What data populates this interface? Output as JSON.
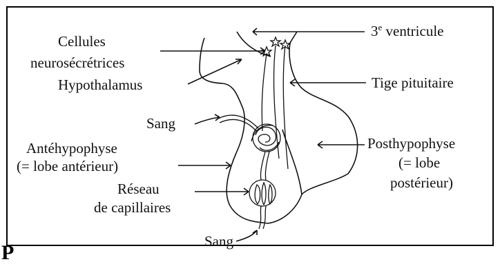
{
  "labels": {
    "ventricle_base": "3",
    "ventricle_sup": "e",
    "ventricle_rest": " ventricule",
    "cells_line1": "Cellules",
    "cells_line2": "neurosécrétrices",
    "hypothalamus": "Hypothalamus",
    "stalk": "Tige pituitaire",
    "blood_top": "Sang",
    "anterior_line1": "Antéhypophyse",
    "anterior_line2": "(= lobe antérieur)",
    "posterior_line1": "Posthypophyse",
    "posterior_line2": "(= lobe",
    "posterior_line3": "postérieur)",
    "capillary_line1": "Réseau",
    "capillary_line2": "de capillaires",
    "blood_bottom": "Sang"
  },
  "stray_letter": "P"
}
